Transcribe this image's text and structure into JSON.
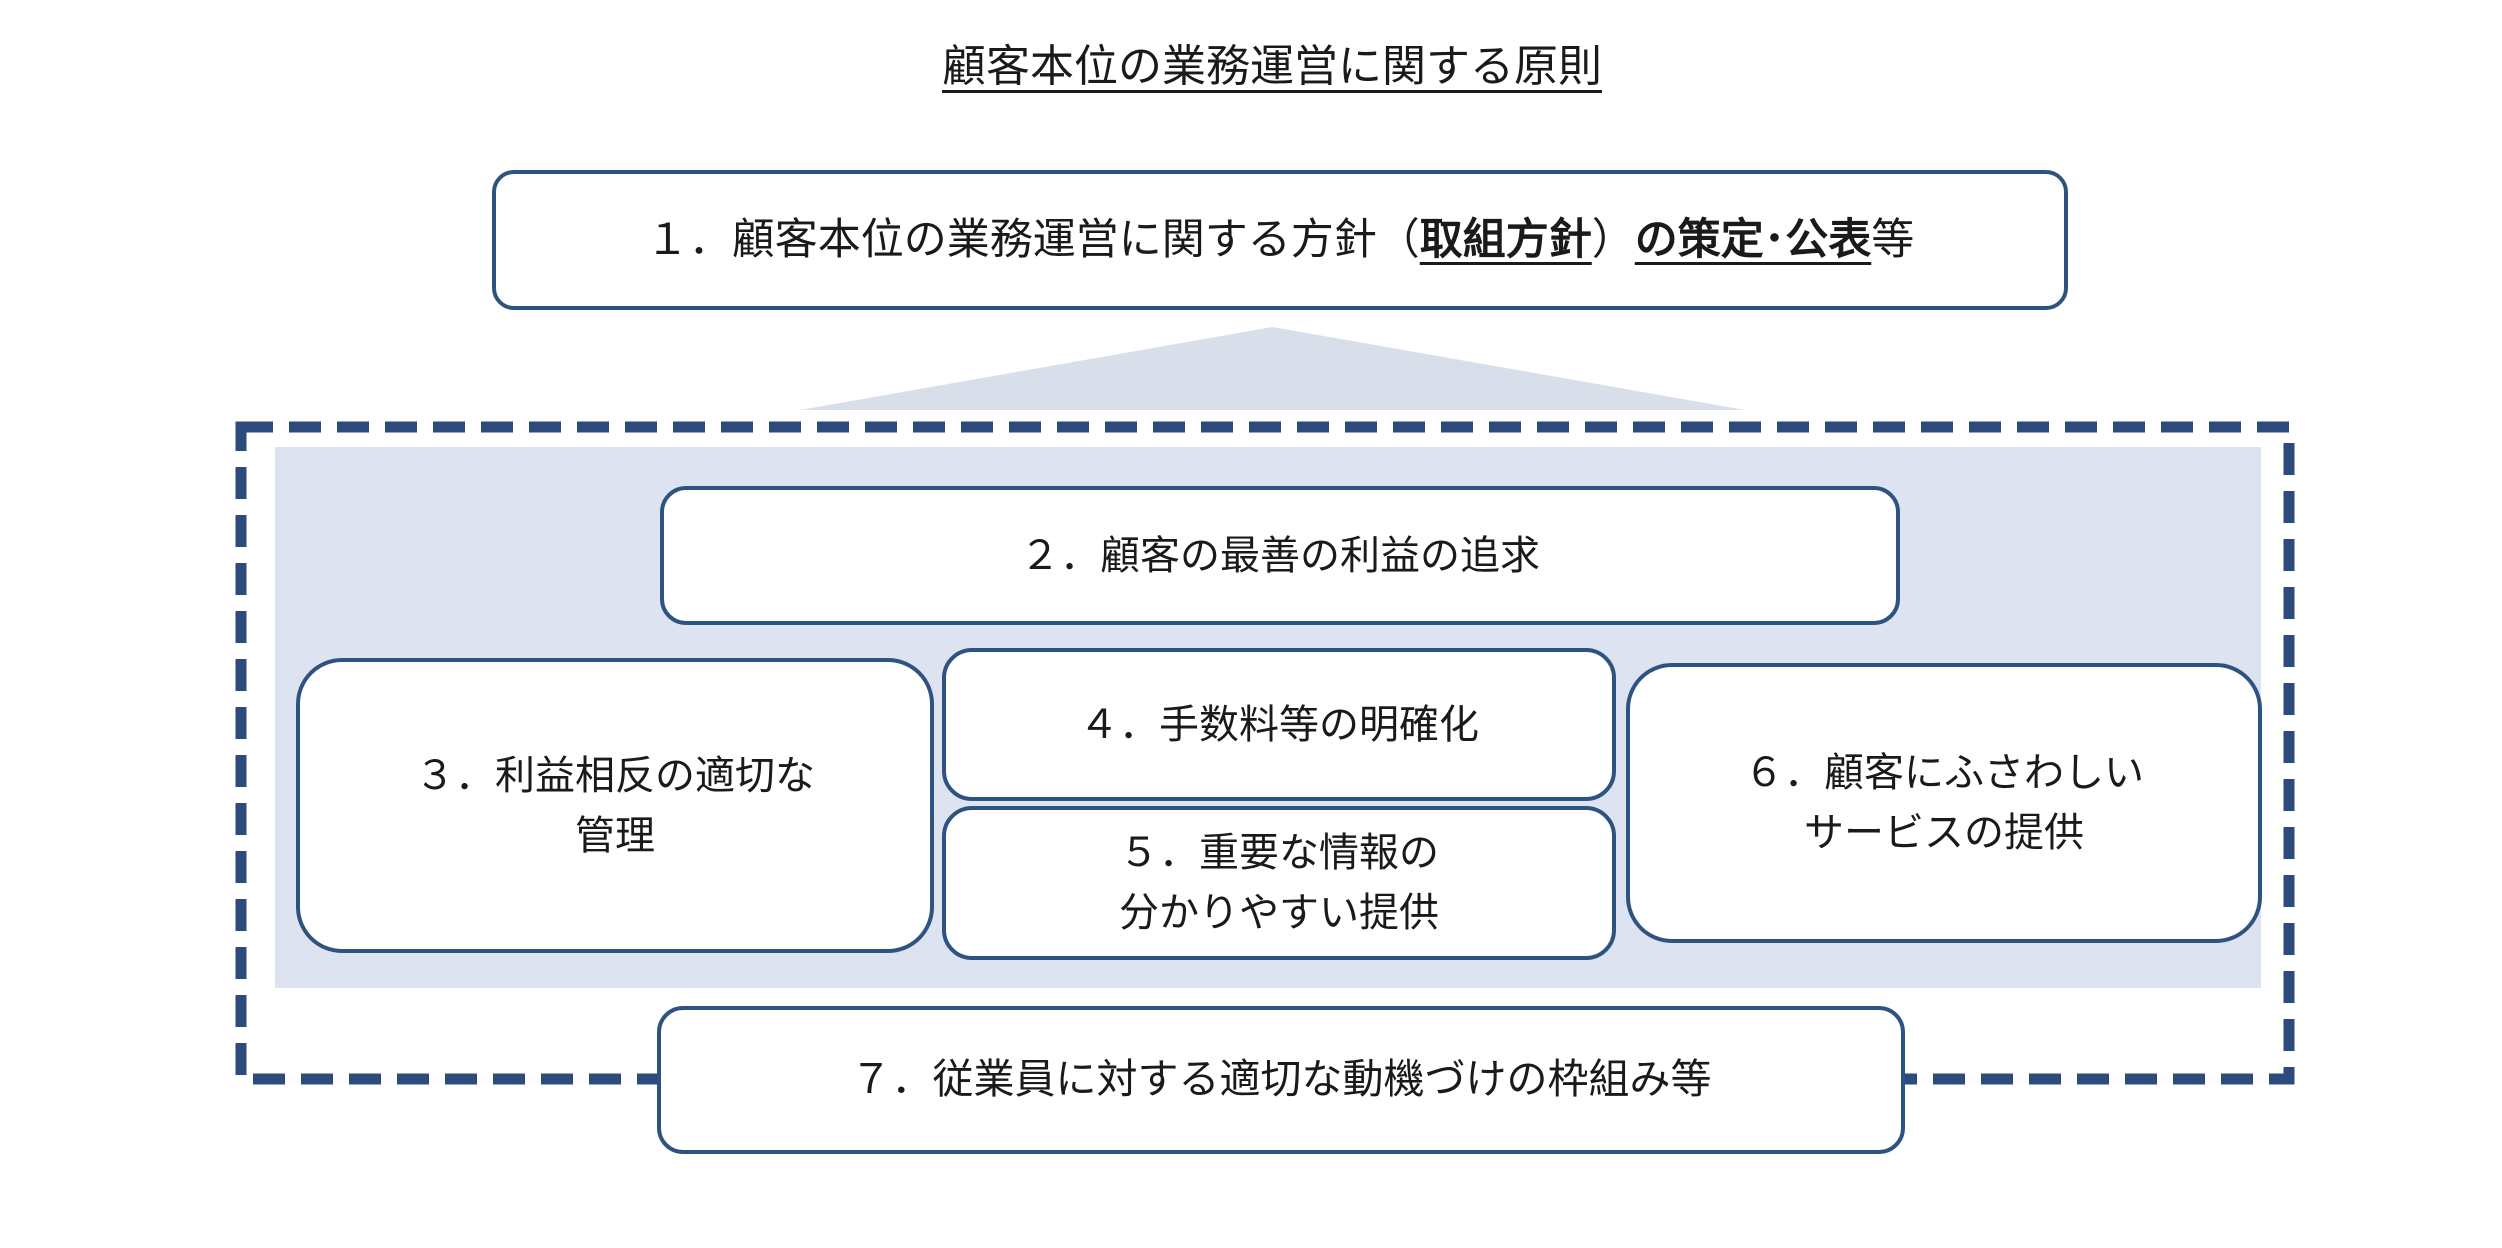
{
  "title": "顧客本位の業務運営に関する原則",
  "principles": {
    "p1": {
      "prefix": "１．顧客本位の業務運営に関する方針（",
      "bold_underline_1": "取組方針",
      "close_paren": "）",
      "bold_underline_2": "の策定･公表",
      "suffix": "等"
    },
    "p2": {
      "label": "２．顧客の最善の利益の追求"
    },
    "p3": {
      "line1": "３．利益相反の適切な",
      "line2": "管理"
    },
    "p4": {
      "label": "４．手数料等の明確化"
    },
    "p5": {
      "line1": "５．重要な情報の",
      "line2": "分かりやすい提供"
    },
    "p6": {
      "line1": "６．顧客にふさわしい",
      "line2": "サービスの提供"
    },
    "p7": {
      "label": "７．従業員に対する適切な動機づけの枠組み等"
    }
  },
  "colors": {
    "box_border": "#2f5380",
    "dash_border": "#2c4a7c",
    "panel_fill": "#dde3f0",
    "triangle_fill": "#d8dfeb",
    "text": "#1a1a1a",
    "background": "#ffffff"
  }
}
